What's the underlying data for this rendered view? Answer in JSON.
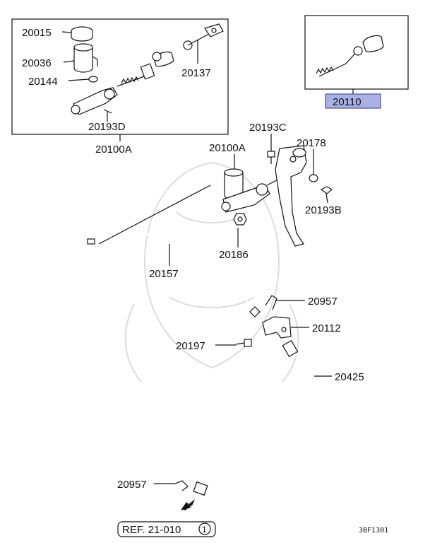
{
  "callouts": {
    "p20015": "20015",
    "p20036": "20036",
    "p20144": "20144",
    "p20137": "20137",
    "p20193d": "20193D",
    "p20100a_top": "20100A",
    "p20110": "20110",
    "p20193c": "20193C",
    "p20100a": "20100A",
    "p20178": "20178",
    "p20193b": "20193B",
    "p20186": "20186",
    "p20157": "20157",
    "p20957_top": "20957",
    "p20112": "20112",
    "p20197": "20197",
    "p20425": "20425",
    "p20957_bottom": "20957"
  },
  "reference": {
    "text": "REF. 21-010",
    "circle_num": "1"
  },
  "diagram_code": "3BF1301",
  "colors": {
    "highlight_fill": "#a9b0e6",
    "highlight_border": "#4a52a8",
    "ink": "#111111",
    "watermark": "#dcdcdc"
  }
}
